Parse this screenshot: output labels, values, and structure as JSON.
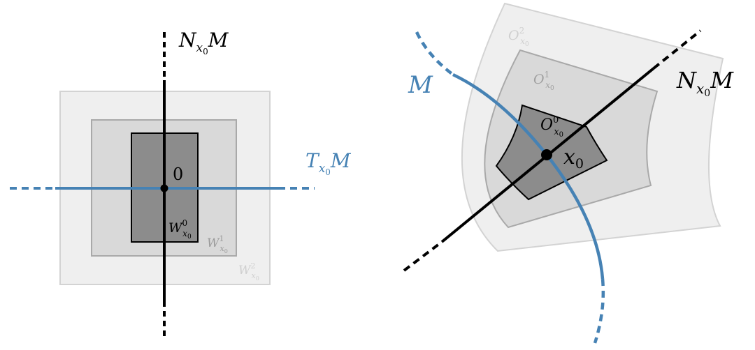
{
  "left_panel": {
    "normal_label": {
      "main": "N",
      "sub": "x",
      "subsub": "0",
      "tail": "M"
    },
    "tangent_label": {
      "main": "T",
      "sub": "x",
      "subsub": "0",
      "tail": "M"
    },
    "origin_label": "0",
    "regions": [
      {
        "main": "W",
        "sub": "x",
        "subsub": "0",
        "sup": "0"
      },
      {
        "main": "W",
        "sub": "x",
        "subsub": "0",
        "sup": "1"
      },
      {
        "main": "W",
        "sub": "x",
        "subsub": "0",
        "sup": "2"
      }
    ]
  },
  "right_panel": {
    "manifold_label": "M",
    "normal_label": {
      "main": "N",
      "sub": "x",
      "subsub": "0",
      "tail": "M"
    },
    "point_label": {
      "main": "x",
      "sub": "0"
    },
    "regions": [
      {
        "main": "O",
        "sub": "x",
        "subsub": "0",
        "sup": "0"
      },
      {
        "main": "O",
        "sub": "x",
        "subsub": "0",
        "sup": "1"
      },
      {
        "main": "O",
        "sub": "x",
        "subsub": "0",
        "sup": "2"
      }
    ]
  },
  "colors": {
    "manifold_blue": "#4682b4",
    "region_outer_fill": "#efefef",
    "region_outer_stroke": "#d3d3d3",
    "region_mid_fill": "#d9d9d9",
    "region_mid_stroke": "#a9a9a9",
    "region_inner_fill": "#8c8c8c",
    "region_inner_stroke": "#000000",
    "axis": "#000000"
  }
}
